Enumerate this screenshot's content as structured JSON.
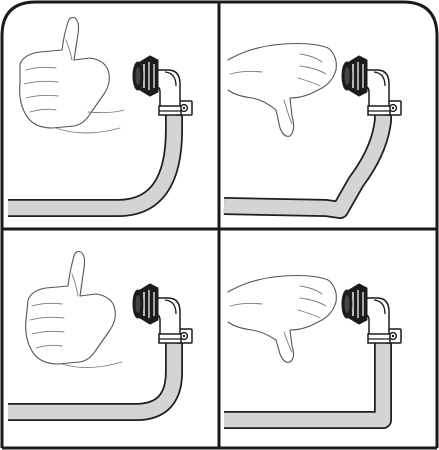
{
  "panels": [
    {
      "id": "top-left",
      "hand": "thumbs-up",
      "hose_shape": "smooth-curve",
      "verdict": "correct"
    },
    {
      "id": "top-right",
      "hand": "thumbs-down",
      "hose_shape": "kinked",
      "verdict": "incorrect"
    },
    {
      "id": "bottom-left",
      "hand": "thumbs-up",
      "hose_shape": "rounded-bend",
      "verdict": "correct"
    },
    {
      "id": "bottom-right",
      "hand": "thumbs-down",
      "hose_shape": "sharp-90-degree-bend",
      "verdict": "incorrect"
    }
  ],
  "colors": {
    "frame": "#1a1a1a",
    "hose_fill": "#d4d4d4",
    "hose_outline": "#1e1e1e",
    "fitting": "#1c1c1c",
    "hand_sketch": "#555555",
    "background": "#ffffff"
  }
}
